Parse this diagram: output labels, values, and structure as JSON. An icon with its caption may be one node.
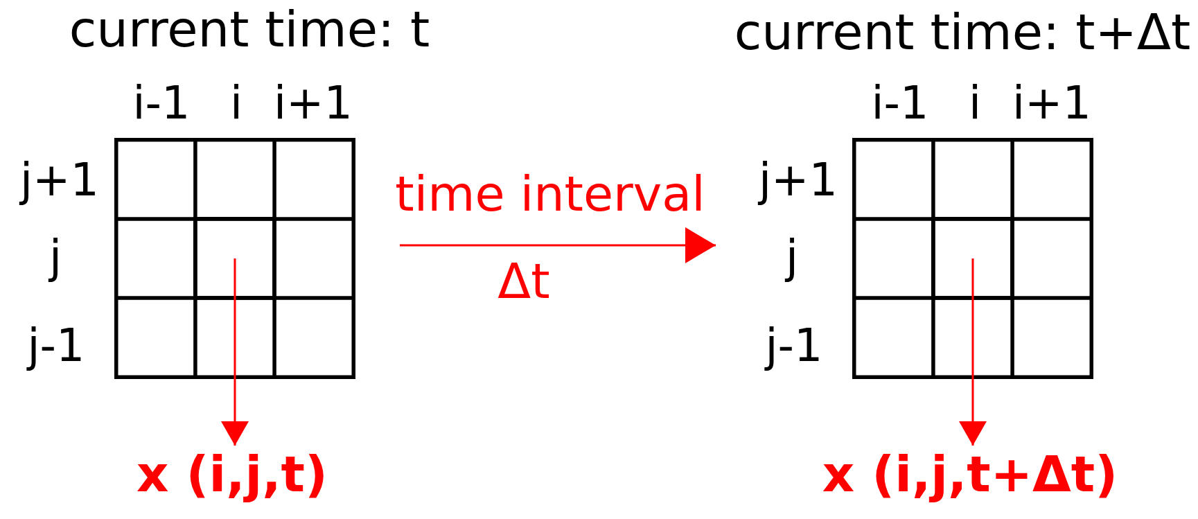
{
  "diagram": {
    "nodes": [
      {
        "text": [],
        "shape": "grid"
      },
      {
        "text": [],
        "shape": "box",
        "in": 0
      },
      {
        "text": [],
        "shape": "grid"
      },
      {
        "text": [],
        "shape": "box",
        "in": 2
      },
      {
        "text": [
          "x (i,j,t)"
        ]
      },
      {
        "text": [
          "x (i,j,t+Δt)"
        ]
      }
    ],
    "edges": [
      {
        "from": 1,
        "to": 4,
        "arrow": "to"
      },
      {
        "from": 0,
        "to": null,
        "arrow": "to",
        "label": "time interval"
      },
      {
        "from": 3,
        "to": 5,
        "arrow": "to"
      }
    ],
    "labels": [
      "current time: t",
      "current time: t+Δt",
      "i-1",
      "i",
      "i+1",
      "i-1",
      "i",
      "i+1",
      "j+1",
      "j+1",
      "j",
      "Δt",
      "j",
      "j-1",
      "j-1"
    ]
  }
}
